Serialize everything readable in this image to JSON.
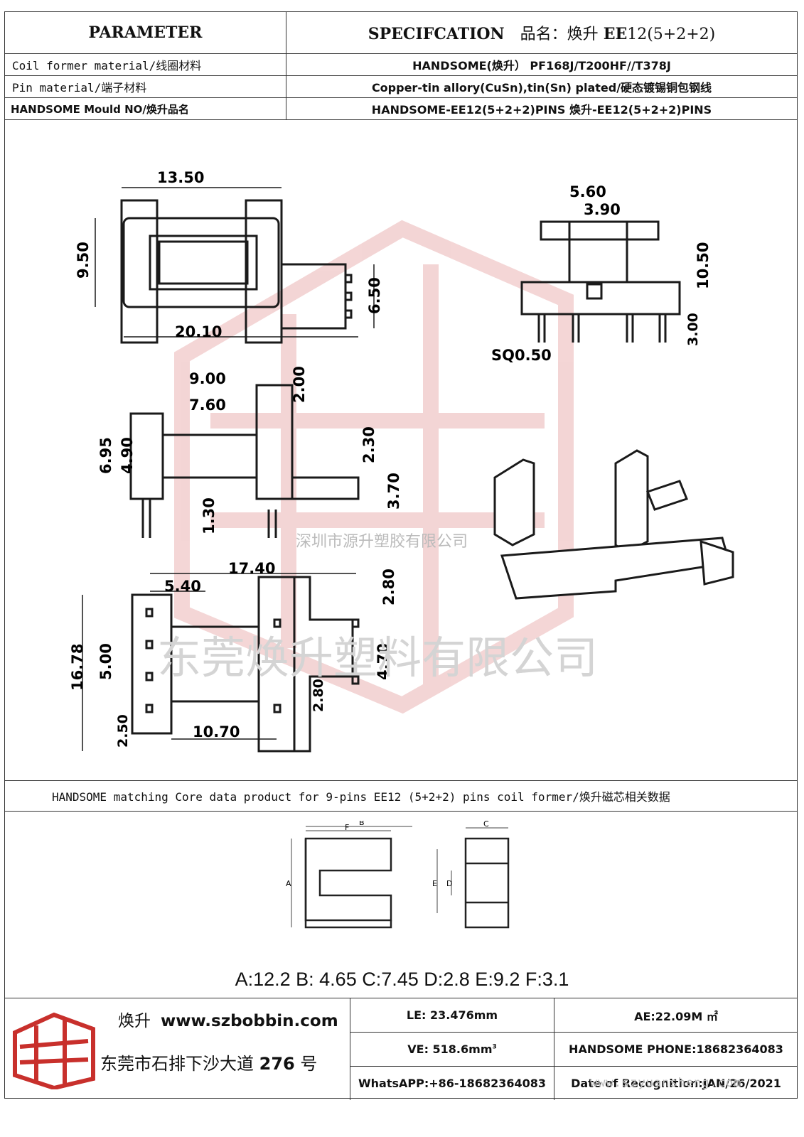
{
  "header": {
    "parameter": "PARAMETER",
    "specification": "SPECIFCATION",
    "product_label": "品名：焕升",
    "product_model": "EE",
    "product_size": "12(5+2+2)"
  },
  "rows": [
    {
      "label": "Coil former material/线圈材料",
      "value": "HANDSOME(焕升）  PF168J/T200HF//T378J"
    },
    {
      "label": "Pin material/端子材料",
      "value": "Copper-tin allory(CuSn),tin(Sn) plated/硬态镀锡铜包钢线"
    },
    {
      "label": "HANDSOME Mould NO/焕升品名",
      "value": "HANDSOME-EE12(5+2+2)PINS    焕升-EE12(5+2+2)PINS"
    }
  ],
  "watermark": {
    "line1": "深圳市源升塑胶有限公司",
    "line2": "东莞焕升塑料有限公司"
  },
  "dimensions": {
    "A": "13.50",
    "B": "9.50",
    "C": "20.10",
    "D": "6.50",
    "S": "5.60",
    "T": "3.90",
    "U": "10.50",
    "V": "SQ0.50",
    "W": "3.00",
    "E": "9.00",
    "F": "7.60",
    "R": "2.00",
    "Q": "6.95",
    "H": "4.90",
    "P": "2.30",
    "N": "3.70",
    "J": "1.30",
    "L": "17.40",
    "K": "5.40",
    "O": "2.80",
    "M": "16.78",
    "G": "5.00",
    "I": "4.70",
    "O2": "2.80",
    "X": "2.50",
    "Y": "10.70"
  },
  "core_bar": "HANDSOME matching Core data  product for 9-pins EE12 (5+2+2) pins coil former/焕升磁芯相关数据",
  "core_labels": {
    "A": "A",
    "B": "B",
    "C": "C",
    "D": "D",
    "E": "E",
    "F": "F"
  },
  "core_values": "A:12.2 B: 4.65 C:7.45 D:2.8 E:9.2 F:3.1",
  "footer": {
    "brand_cn": "焕升",
    "website": "www.szbobbin.com",
    "address_cn": "东莞市石排下沙大道",
    "address_num": "276",
    "address_suffix": "号",
    "le": "LE: 23.476mm",
    "ae": "AE:22.09M ㎡",
    "ve_main": "VE: 518.6mm",
    "ve_sup": "3",
    "phone": "HANDSOME PHONE:18682364083",
    "whatsapp": "WhatsAPP:+86-18682364083",
    "date": "Date of Recognition:JAN/26/2021"
  },
  "site_watermark": "www.szyuansheng.com",
  "colors": {
    "watermark_red": "#e9b3b3",
    "logo_red": "#c8302c",
    "line": "#222222"
  }
}
